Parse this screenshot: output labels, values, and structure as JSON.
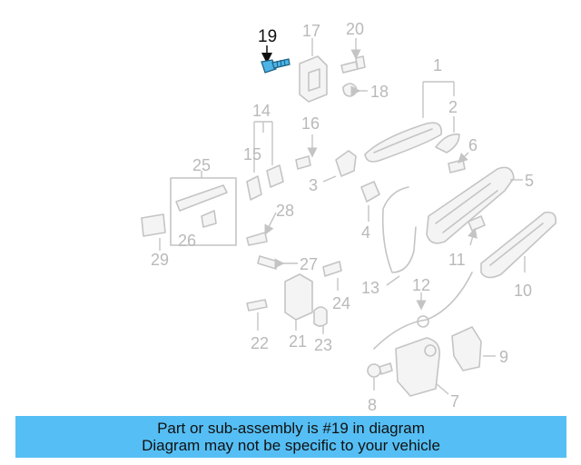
{
  "highlight": {
    "label": "19",
    "color": "#4db3e6"
  },
  "part_labels": [
    "1",
    "2",
    "3",
    "4",
    "5",
    "6",
    "7",
    "8",
    "9",
    "10",
    "11",
    "12",
    "13",
    "14",
    "15",
    "16",
    "17",
    "18",
    "20",
    "21",
    "22",
    "23",
    "24",
    "25",
    "26",
    "27",
    "28",
    "29"
  ],
  "banner": {
    "line1": "Part or sub-assembly is #19 in diagram",
    "line2": "Diagram may not be specific to your vehicle",
    "color": "#55bff5"
  }
}
